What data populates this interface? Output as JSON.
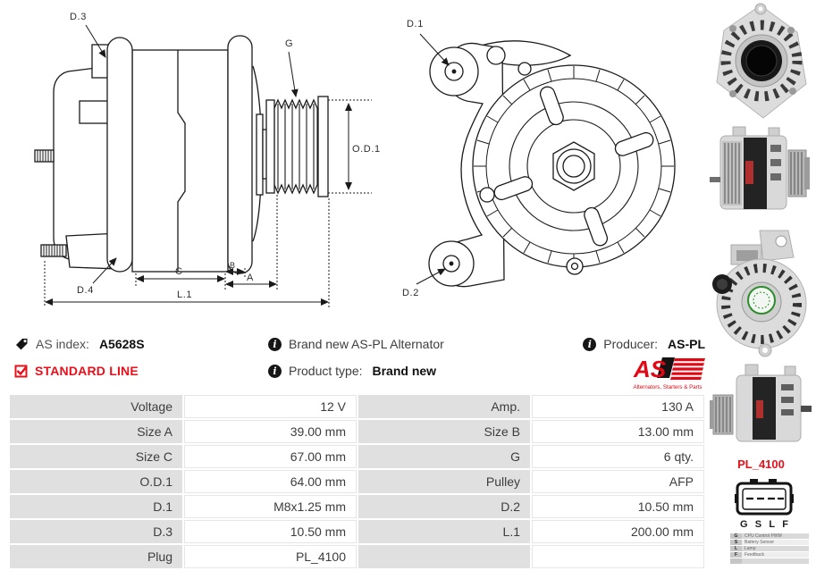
{
  "info": {
    "as_index": {
      "label": "AS index:",
      "value": "A5628S"
    },
    "line_badge": "STANDARD LINE",
    "brand_new": "Brand new AS-PL Alternator",
    "product_type": {
      "label": "Product type:",
      "value": "Brand new"
    },
    "producer": {
      "label": "Producer:",
      "value": "AS-PL"
    },
    "logo": {
      "text": "AS",
      "tagline": "Alternators, Starters & Parts"
    }
  },
  "drawings": {
    "side_view": {
      "labels": {
        "d3": "D.3",
        "g": "G",
        "od1": "O.D.1",
        "d4": "D.4",
        "c": "C",
        "b": "B",
        "a": "A",
        "l1": "L.1"
      }
    },
    "front_view": {
      "labels": {
        "d1": "D.1",
        "d2": "D.2"
      }
    }
  },
  "spec_table": {
    "rows": [
      {
        "l1": "Voltage",
        "v1": "12 V",
        "l2": "Amp.",
        "v2": "130 A"
      },
      {
        "l1": "Size A",
        "v1": "39.00 mm",
        "l2": "Size B",
        "v2": "13.00 mm"
      },
      {
        "l1": "Size C",
        "v1": "67.00 mm",
        "l2": "G",
        "v2": "6 qty."
      },
      {
        "l1": "O.D.1",
        "v1": "64.00 mm",
        "l2": "Pulley",
        "v2": "AFP"
      },
      {
        "l1": "D.1",
        "v1": "M8x1.25 mm",
        "l2": "D.2",
        "v2": "10.50 mm"
      },
      {
        "l1": "D.3",
        "v1": "10.50 mm",
        "l2": "L.1",
        "v2": "200.00 mm"
      },
      {
        "l1": "Plug",
        "v1": "PL_4100",
        "l2": "",
        "v2": ""
      }
    ]
  },
  "plug": {
    "name": "PL_4100",
    "pins": [
      "G",
      "S",
      "L",
      "F"
    ],
    "legend": [
      {
        "pin": "G",
        "desc": "CPU Control PWM"
      },
      {
        "pin": "S",
        "desc": "Battery Sensor"
      },
      {
        "pin": "L",
        "desc": "Lamp"
      },
      {
        "pin": "F",
        "desc": "Feedback"
      }
    ]
  },
  "colors": {
    "accent_red": "#e8101a",
    "table_label_bg": "#e0e0e0",
    "drawing_line": "#1a1a1a"
  }
}
